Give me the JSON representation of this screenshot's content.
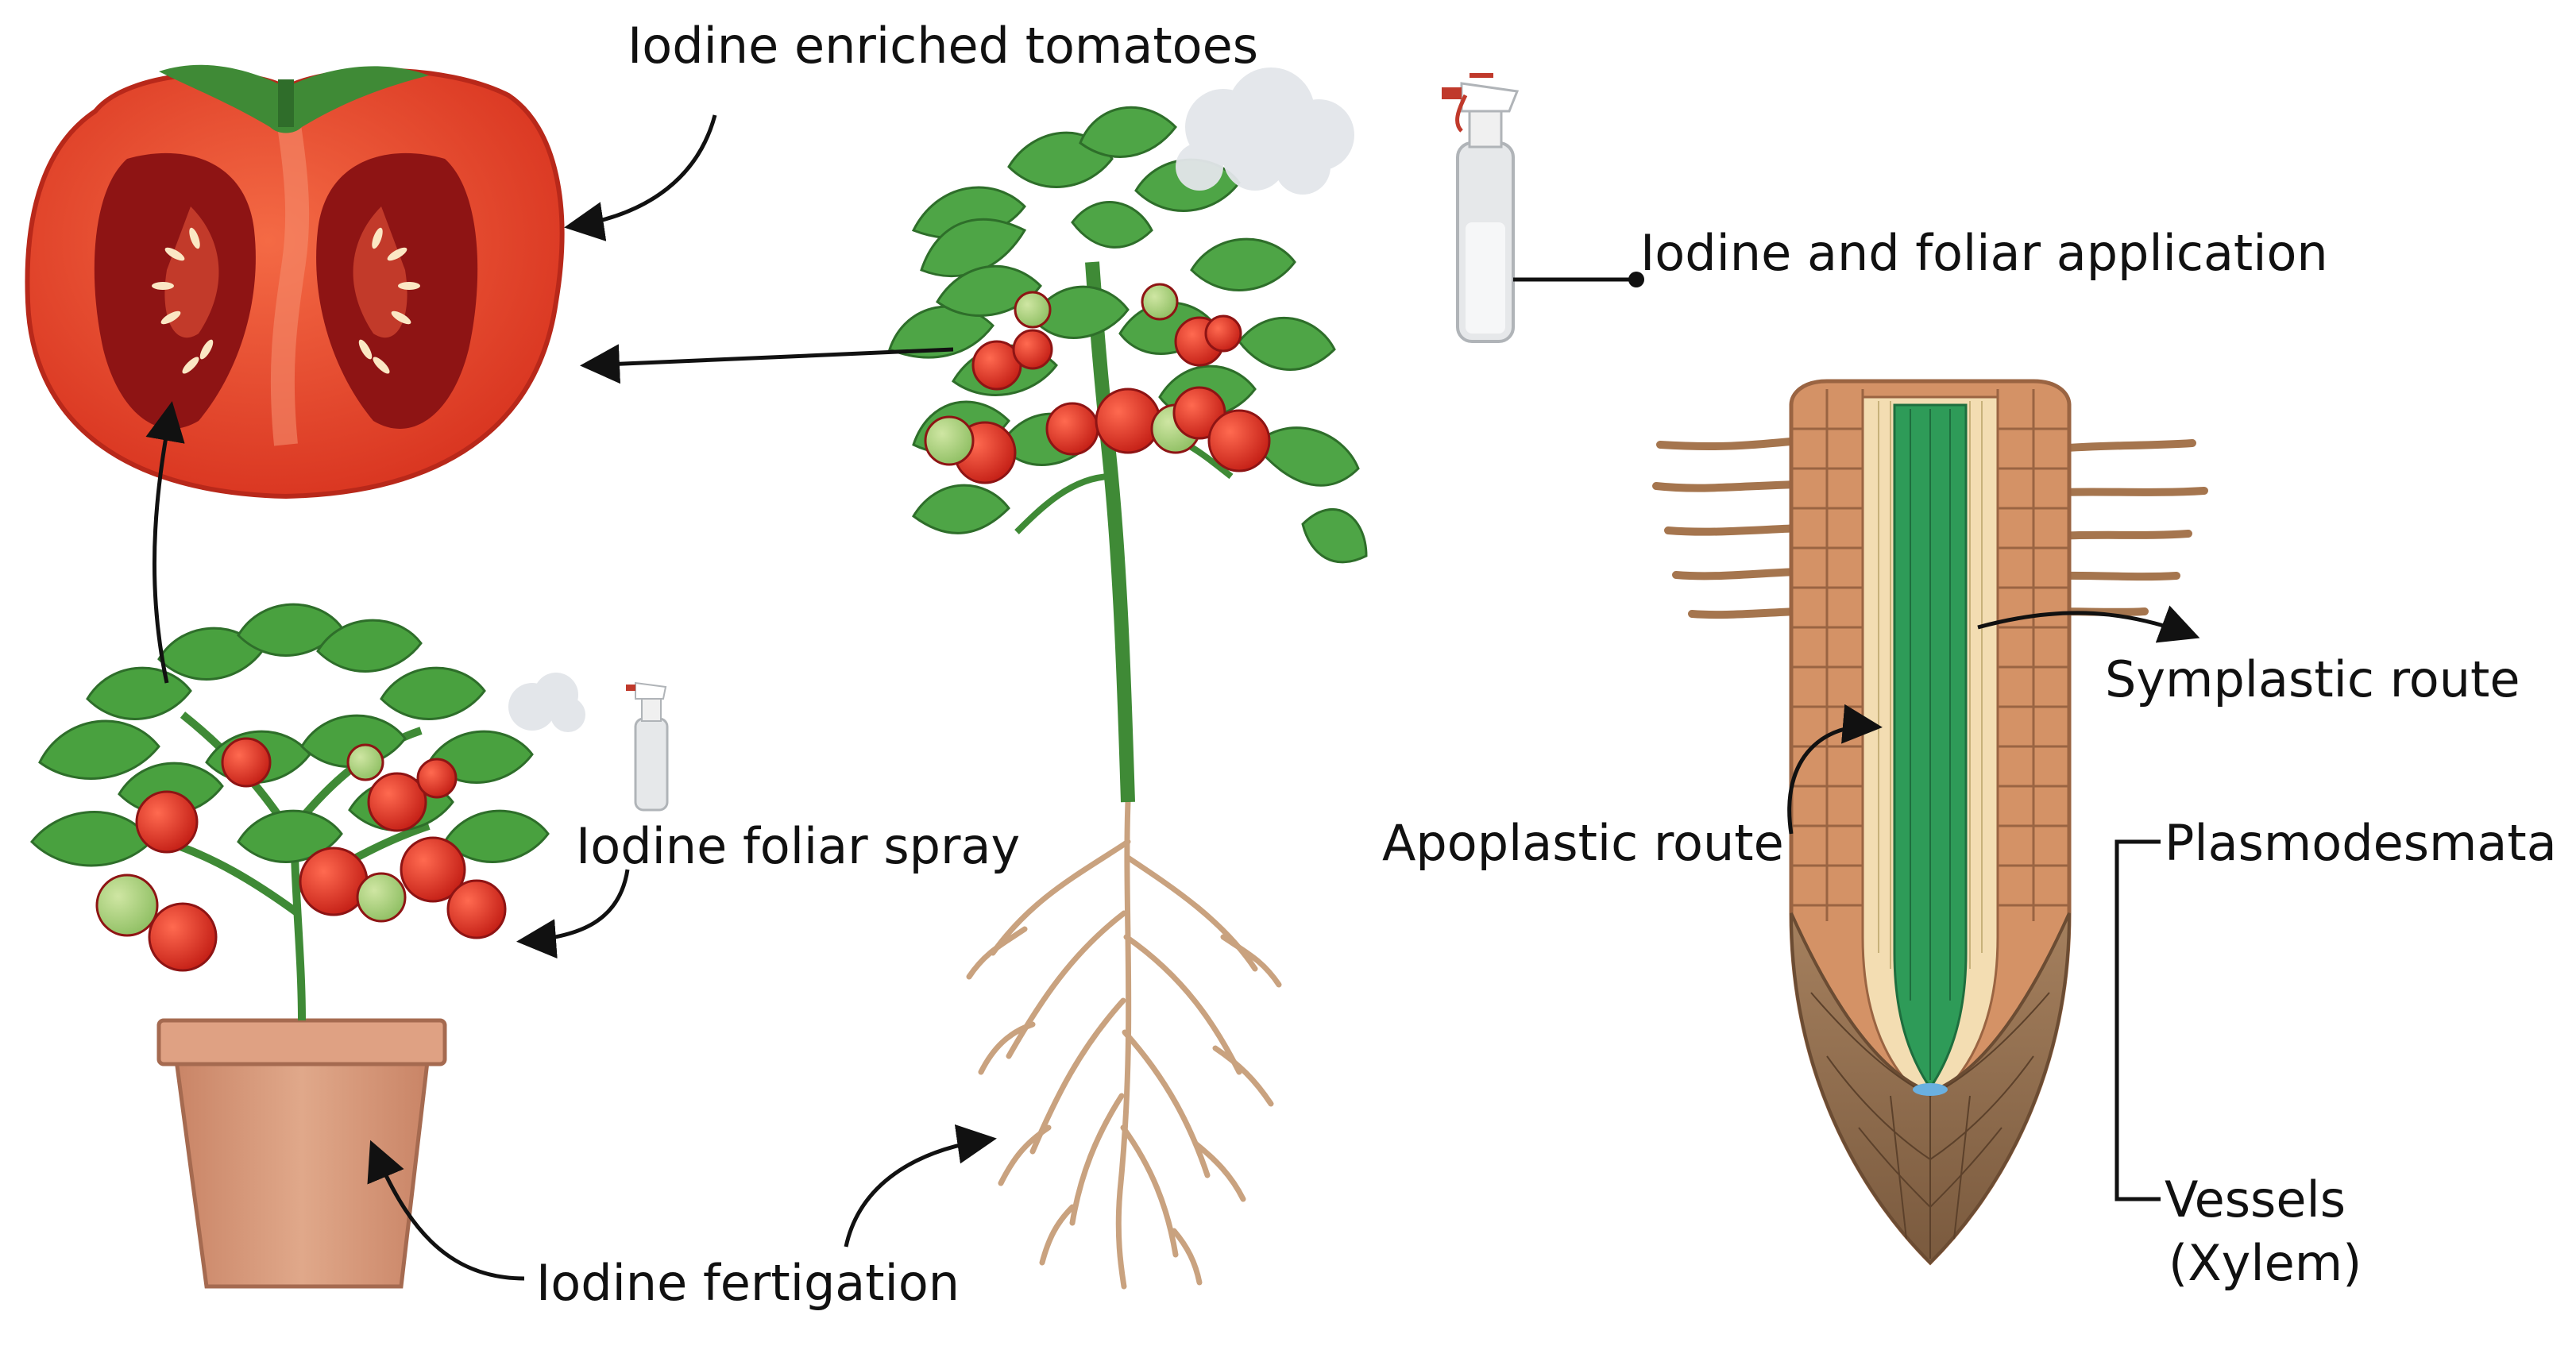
{
  "labels": {
    "enriched_tomatoes": "Iodine enriched tomatoes",
    "foliar_application": "Iodine and foliar application",
    "symplastic_route": "Symplastic route",
    "apoplastic_route": "Apoplastic route",
    "plasmodesmata": "Plasmodesmata",
    "vessels": "Vessels",
    "xylem": "(Xylem)",
    "foliar_spray": "Iodine foliar spray",
    "fertigation": "Iodine fertigation"
  },
  "colors": {
    "tomato_red": "#e8412b",
    "tomato_dark": "#8e1414",
    "leaf_green": "#3e9a3a",
    "pot_terracotta": "#d69a7a",
    "root_brown": "#c9a27f",
    "vascular_green": "#2e9b58",
    "arrow": "#111111"
  }
}
